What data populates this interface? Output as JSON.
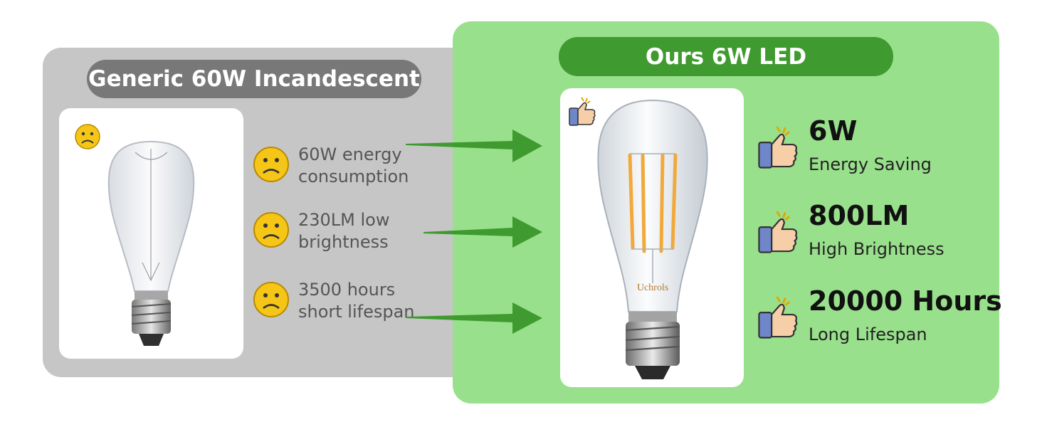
{
  "generic": {
    "title": "Generic 60W Incandescent",
    "cons": [
      {
        "line1": "60W energy",
        "line2": "consumption"
      },
      {
        "line1": "230LM low",
        "line2": "brightness"
      },
      {
        "line1": "3500 hours",
        "line2": "short lifespan"
      }
    ]
  },
  "ours": {
    "title": "Ours 6W LED",
    "bulb_brand": "Uchrols",
    "pros": [
      {
        "title": "6W",
        "subtitle": "Energy Saving"
      },
      {
        "title": "800LM",
        "subtitle": "High Brightness"
      },
      {
        "title": "20000 Hours",
        "subtitle": "Long Lifespan"
      }
    ]
  },
  "colors": {
    "generic_panel": "#c6c6c6",
    "generic_title_bg": "#787878",
    "ours_panel": "#99e08c",
    "ours_title_bg": "#3f9a2f",
    "arrow": "#3f9a2f",
    "sad_face": "#f5c518"
  },
  "icons": [
    "sad-face-icon",
    "thumbs-up-icon",
    "arrow-right-icon"
  ]
}
